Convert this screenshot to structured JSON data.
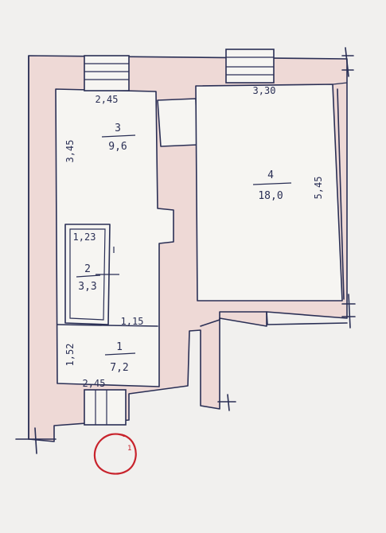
{
  "plan": {
    "rooms": [
      {
        "id": "room-3",
        "number": "3",
        "area": "9,6"
      },
      {
        "id": "room-4",
        "number": "4",
        "area": "18,0"
      },
      {
        "id": "room-2",
        "number": "2",
        "area": "3,3"
      },
      {
        "id": "room-1",
        "number": "1",
        "area": "7,2"
      }
    ],
    "dimensions": {
      "room3_width": "2,45",
      "room3_height": "3,45",
      "room4_width": "3,30",
      "room4_height": "5,45",
      "room2_width": "1,23",
      "room2_depth": "1,15",
      "room1_height": "1,52",
      "room1_width": "2,45"
    },
    "stamp_mark": "1"
  },
  "colors": {
    "ink": "#2a2f55",
    "wall_fill": "#eed9d6",
    "paper": "#f1f0ee",
    "stamp": "#c8232c"
  }
}
